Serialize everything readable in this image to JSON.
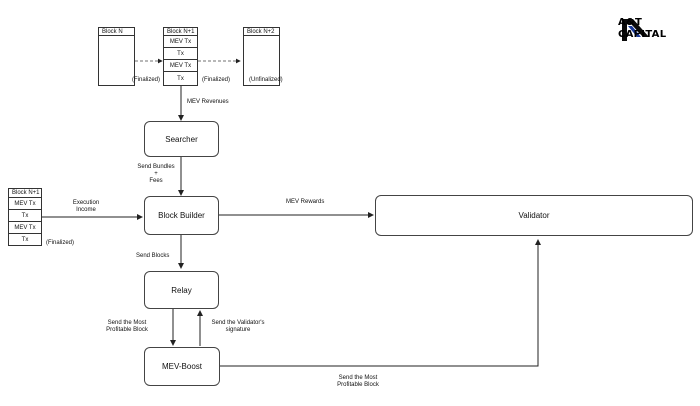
{
  "brand": {
    "line1": "A&T",
    "line2": "CAPITAL"
  },
  "chain": {
    "block_n": {
      "header": "Block N",
      "status": "(Finalized)"
    },
    "block_n1": {
      "header": "Block N+1",
      "rows": [
        "MEV Tx",
        "Tx",
        "MEV Tx",
        "Tx"
      ],
      "status": "(Finalized)"
    },
    "block_n2": {
      "header": "Block N+2",
      "status": "(Unfinalized)"
    }
  },
  "left_block": {
    "header": "Block N+1",
    "rows": [
      "MEV Tx",
      "Tx",
      "MEV Tx",
      "Tx"
    ],
    "status": "(Finalized)"
  },
  "nodes": {
    "searcher": "Searcher",
    "block_builder": "Block Builder",
    "relay": "Relay",
    "mev_boost": "MEV-Boost",
    "validator": "Validator"
  },
  "edges": {
    "mev_revenues": "MEV Revenues",
    "send_bundles": "Send Bundles\n+\nFees",
    "execution_income": "Execution\nIncome",
    "mev_rewards": "MEV Rewards",
    "send_blocks": "Send Blocks",
    "send_most_profitable_left": "Send the Most\nProfitable Block",
    "send_validator_signature": "Send the Validator's\nsignature",
    "send_most_profitable_bottom": "Send the Most\nProfitable Block"
  }
}
